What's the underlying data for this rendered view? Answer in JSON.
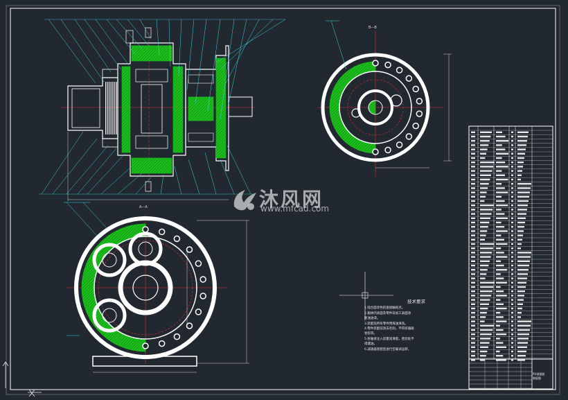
{
  "views": {
    "section_bb": "B—B",
    "section_aa": "A—A"
  },
  "technical_requirements": {
    "title": "技术要求",
    "items": [
      "1.啮合面涂色检查接触斑点。",
      "2.箱体内表面及零件非加工表面涂",
      "耐油油漆。",
      "3.装配前所有零件用煤油清洗。",
      "4.零件装配前须去毛刺，不得有磕碰",
      "划伤等。",
      "5.各轴承注入适量润滑脂，密封处不",
      "得漏油。",
      "6.减速器装配后进行空载试运转。"
    ]
  },
  "title_block": {
    "name_line1": "RV减速器",
    "name_line2": "装配图"
  },
  "watermark": {
    "name": "沐风网",
    "url": "www.mfcad.com"
  },
  "colors": {
    "background": "#212830",
    "outline": "#ffffff",
    "hatch": "#1bbf1b",
    "leader": "#3fd7e6",
    "centerline": "#e03030"
  }
}
